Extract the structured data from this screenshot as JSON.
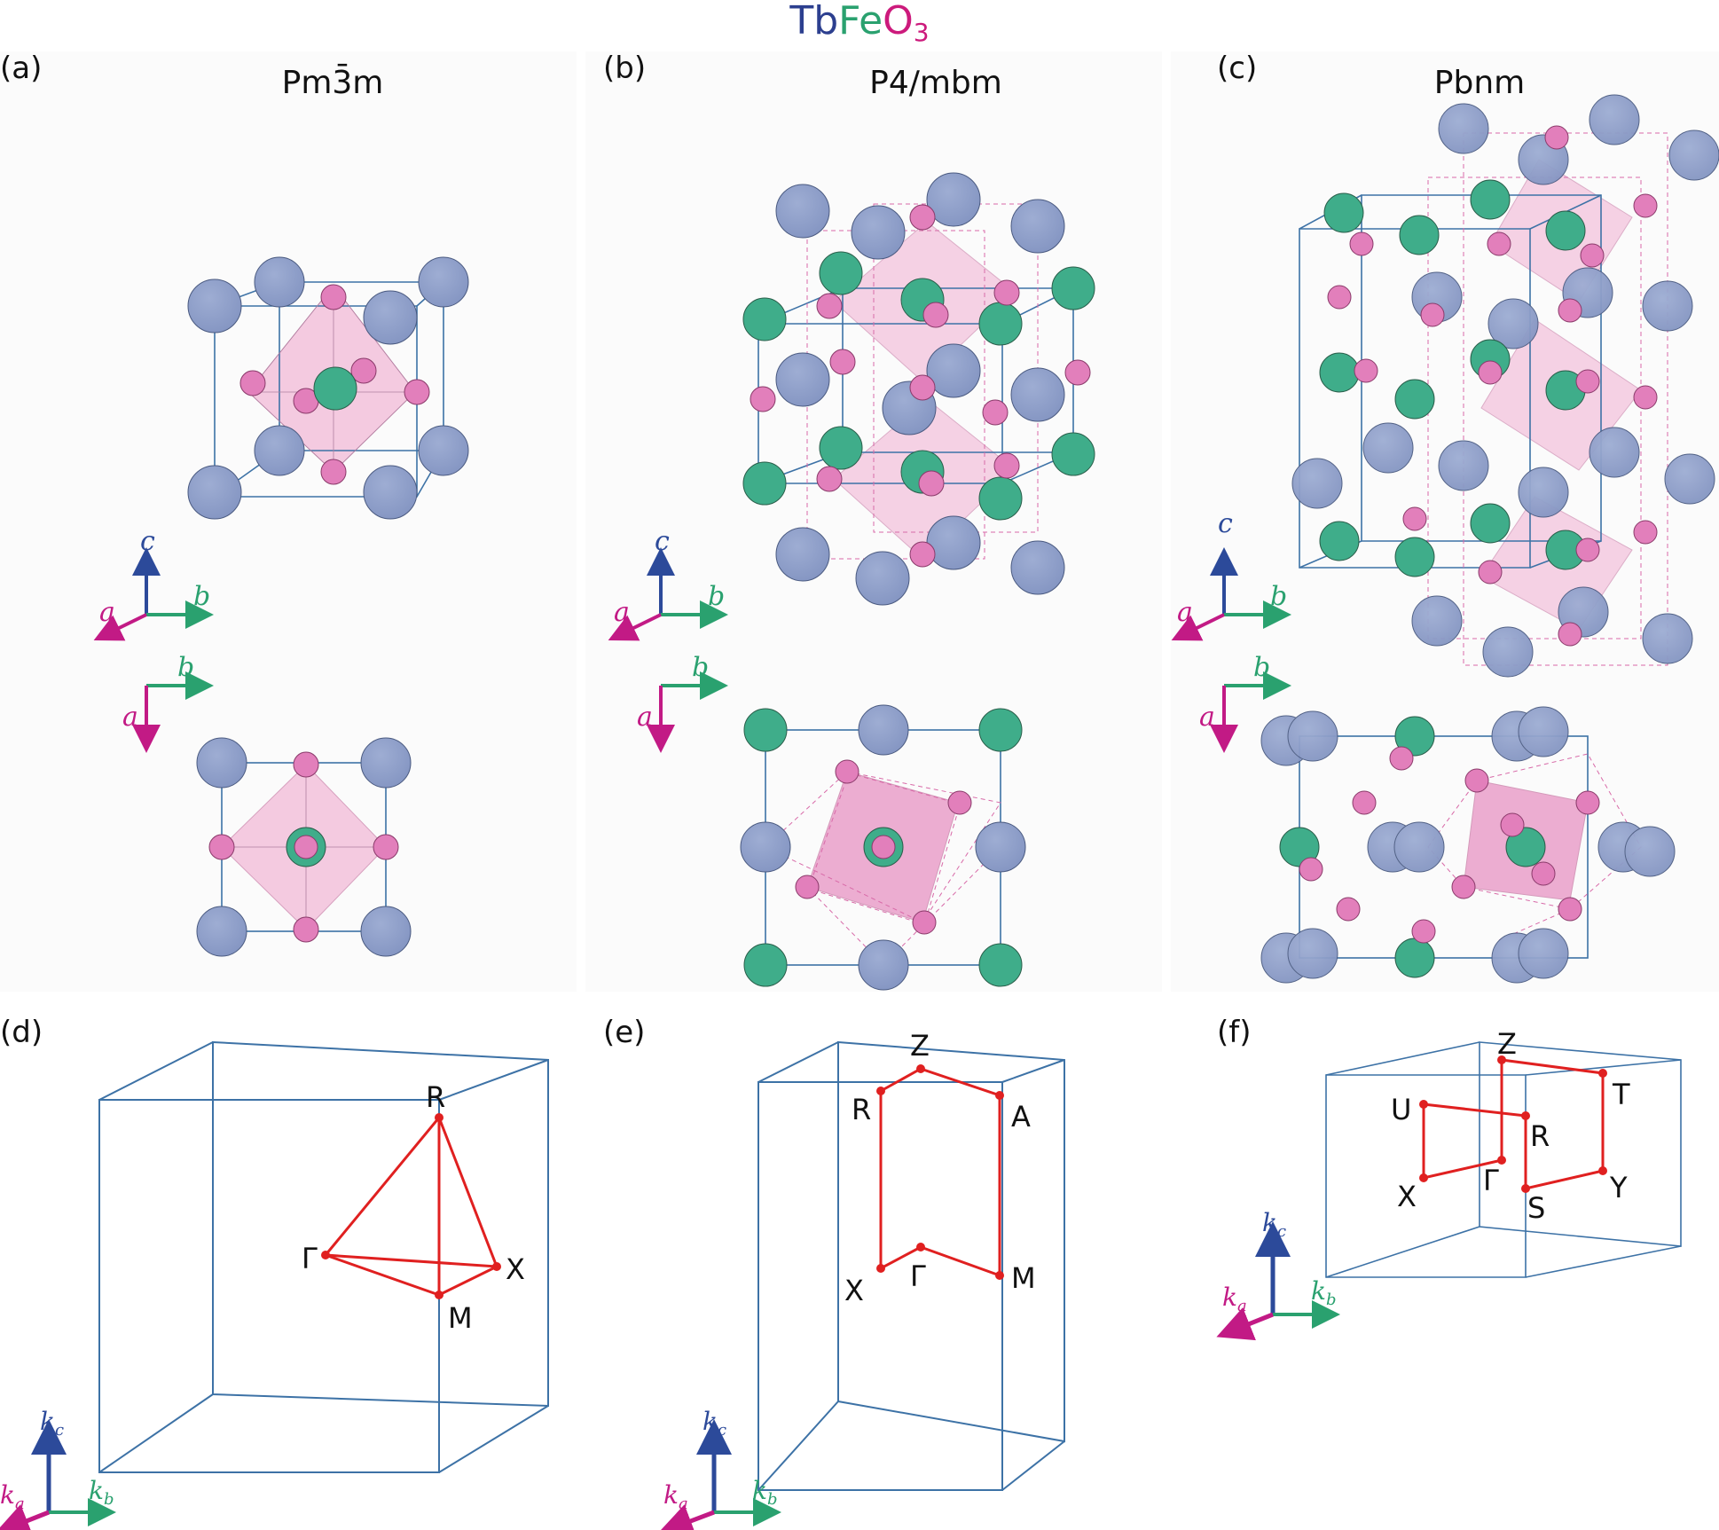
{
  "title": {
    "p1": "Tb",
    "p2": "Fe",
    "p3": "O",
    "sub": "3"
  },
  "colors": {
    "tb": "#8f9fc8",
    "fe": "#3fad8a",
    "o": "#e27fbb",
    "cell": "#3d72a6",
    "path": "#e02020",
    "axis_c": "#2c4a9a",
    "axis_b": "#2aa16f",
    "axis_a": "#c21a85",
    "title_tb": "#2c3f8f",
    "title_fe": "#2aa16f",
    "title_o": "#cc1a7c"
  },
  "panels": {
    "a": {
      "label": "(a)",
      "group": "Pm3̄m"
    },
    "b": {
      "label": "(b)",
      "group": "P4/mbm"
    },
    "c": {
      "label": "(c)",
      "group": "Pbnm"
    },
    "d": {
      "label": "(d)"
    },
    "e": {
      "label": "(e)"
    },
    "f": {
      "label": "(f)"
    }
  },
  "axes": {
    "a": "a",
    "b": "b",
    "c": "c",
    "ka": "k",
    "ka_sub": "a",
    "kb": "k",
    "kb_sub": "b",
    "kc": "k",
    "kc_sub": "c"
  },
  "kpoints": {
    "d": {
      "R": "R",
      "G": "Γ",
      "X": "X",
      "M": "M"
    },
    "e": {
      "Z": "Z",
      "R": "R",
      "A": "A",
      "X": "X",
      "G": "Γ",
      "M": "M"
    },
    "f": {
      "Z": "Z",
      "T": "T",
      "U": "U",
      "R": "R",
      "X": "X",
      "G": "Γ",
      "S": "S",
      "Y": "Y"
    }
  }
}
